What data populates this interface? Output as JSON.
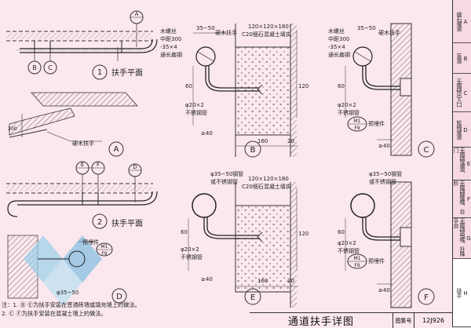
{
  "plan_labels": {
    "plan1": "扶手平面",
    "plan2": "扶手平面",
    "wood_handrail": "硬木扶手",
    "embed": "预埋件",
    "dim_3550": "φ35~50",
    "dim_200": "200",
    "m1": "M1",
    "f9": "F9"
  },
  "markers": {
    "one": "1",
    "two": "2",
    "A": "A",
    "B": "B",
    "C": "C",
    "D": "D",
    "E": "E",
    "F": "F"
  },
  "detail_B": {
    "screw": "木螺丝",
    "spacing": "中距300",
    "flat_steel": "-35×4",
    "flat_steel2": "通长扁钢",
    "dim_3530": "35~50",
    "wood": "硬木扶手",
    "block": "120×120×180",
    "concrete": "C20细石混凝土填实",
    "pipe": "φ20×2",
    "pipe2": "不锈钢管",
    "h60": "60",
    "h120": "120",
    "w40": "≥40",
    "w160": "160",
    "w20": "20"
  },
  "detail_C": {
    "screw": "木螺丝",
    "spacing": "中距300",
    "flat_steel": "-35×4",
    "flat_steel2": "通长扁钢",
    "dim_3550": "35~50",
    "wood": "硬木扶手",
    "h60": "60",
    "pipe": "φ20×2",
    "pipe2": "不锈钢管",
    "m1": "M1",
    "f9": "F9",
    "embed": "预埋件",
    "w40": "≥40"
  },
  "detail_E": {
    "rail": "φ35~50钢管",
    "rail2": "或不锈钢管",
    "block": "120×120×180",
    "concrete": "C20细石混凝土填实",
    "pipe": "φ20×2",
    "pipe2": "不锈钢管",
    "h60": "60",
    "h120": "120",
    "w40": "≥40",
    "w160": "160",
    "w20": "20"
  },
  "detail_F": {
    "rail": "φ35~50钢管",
    "rail2": "或不锈钢管",
    "h60": "60",
    "pipe": "φ20×2",
    "pipe2": "不锈钢管",
    "m1": "M1",
    "f9": "F9",
    "embed": "预埋件",
    "w40": "≥40"
  },
  "notes": {
    "line1": "注：1. Ⓑ Ⓔ为扶手安装在普通砖墙或填充墙上的做法。",
    "line2": "2. Ⓒ Ⓕ为扶手安装在混凝土墙上的做法。"
  },
  "title_block": {
    "title": "通道扶手详图",
    "atlas_label": "图集号",
    "atlas_number": "12J926"
  },
  "sidebar": [
    {
      "code": "A",
      "label": "缘石坡道"
    },
    {
      "code": "B",
      "label": "盲道"
    },
    {
      "code": "C",
      "label": "无障碍出入口"
    },
    {
      "code": "D",
      "label": "轮椅坡道"
    },
    {
      "code": "E",
      "label": "无障碍通道、门"
    },
    {
      "code": "F",
      "label": "无障碍楼梯、台阶"
    },
    {
      "code": "G",
      "label": "无障碍电梯、升降平台"
    },
    {
      "code": "H",
      "label": "扶手"
    }
  ]
}
